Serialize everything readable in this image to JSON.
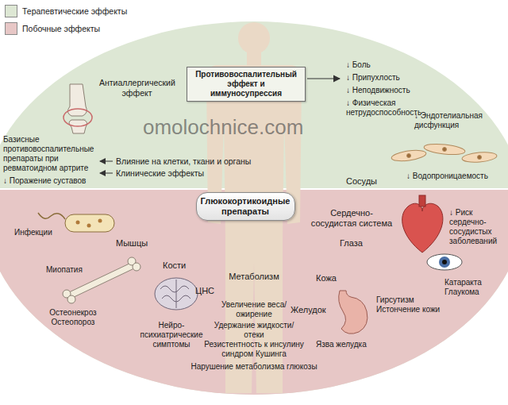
{
  "diagram": {
    "nodes": [
      {
        "text": [
          "Противовоспалительный эффект и иммуносупрессия"
        ]
      },
      {
        "text": [
          "Глюкокортикоидные препараты"
        ]
      }
    ],
    "labels": [
      "↓ Боль",
      "↓ Припухлость",
      "↓ Неподвижность",
      "↓ Физическая нетрудоспособность",
      "Антиаллергический эффект",
      "Базисные противовоспалительные препараты при ревматоидном артрите",
      "↓ Поражение суставов",
      "Влияние на клетки, ткани и органы",
      "Клинические эффекты",
      "↓ Эндотелиальная дисфункция",
      "Сосуды",
      "↓ Водопроницаемость",
      "Сердечно-сосудистая система",
      "↓ Риск сердечно-сосудистых заболеваний",
      "Глаза",
      "Катаракта Глаукома",
      "Кожа",
      "Желудок",
      "Гирсутизм Истончение кожи",
      "Язва желудка",
      "Метаболизм",
      "Увеличение веса/ ожирение",
      "Удержание жидкости/ отеки",
      "Резистентность к инсулину синдром Кушинга",
      "Нарушение метаболизма глюкозы",
      "ЦНС",
      "Нейро-психиатрические симптомы",
      "Кости",
      "Остеонекроз Остеопороз",
      "Мышцы",
      "Миопатия",
      "Инфекции",
      "omolochnice.com"
    ],
    "legend": [
      {
        "text": "Терапевтические эффекты",
        "color": "#dde7d4"
      },
      {
        "text": "Побочные эффекты",
        "color": "#e7c7c6"
      }
    ]
  }
}
